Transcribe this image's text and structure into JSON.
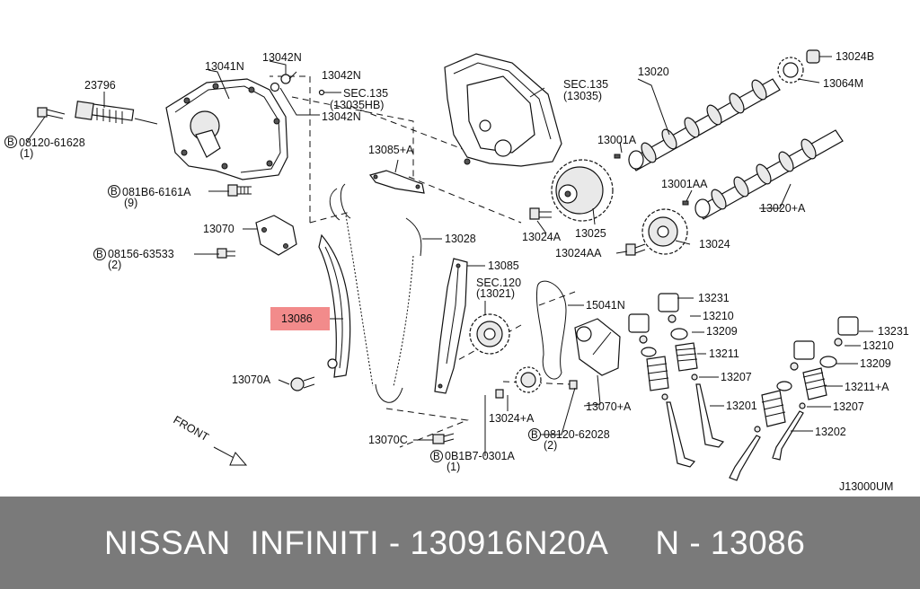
{
  "labels": {
    "l13041N": "13041N",
    "l13042N_a": "13042N",
    "l13042N_b": "13042N",
    "l13042N_c": "13042N",
    "l23796": "23796",
    "lsec135a": "SEC.135",
    "lsec135a_sub": "(13035HB)",
    "lsec135b": "SEC.135",
    "lsec135b_sub": "(13035)",
    "l13020": "13020",
    "l13024B": "13024B",
    "l13064M": "13064M",
    "l08120_61628": "08120-61628",
    "l08120_61628_q": "(1)",
    "l081B6_6161A": "081B6-6161A",
    "l081B6_6161A_q": "(9)",
    "l13085A": "13085+A",
    "l13001A": "13001A",
    "l13001AA": "13001AA",
    "l13020A": "13020+A",
    "l13070": "13070",
    "l13028": "13028",
    "l13025": "13025",
    "l13024A_top": "13024A",
    "l13024": "13024",
    "l08156_63533": "08156-63533",
    "l08156_63533_q": "(2)",
    "l13024AA": "13024AA",
    "l13085": "13085",
    "lsec120": "SEC.120",
    "lsec120_sub": "(13021)",
    "l13231_a": "13231",
    "l15041N": "15041N",
    "l13086": "13086",
    "l13210_a": "13210",
    "l13209_a": "13209",
    "l13231_b": "13231",
    "l13210_b": "13210",
    "l13211": "13211",
    "l13209_b": "13209",
    "l13070A": "13070A",
    "l13207_a": "13207",
    "l13211A": "13211+A",
    "l13201": "13201",
    "l13207_b": "13207",
    "l13024A_bot": "13024+A",
    "l13070A_plus": "13070+A",
    "l13202": "13202",
    "lfront": "FRONT",
    "l13070C": "13070C",
    "l08120_62028": "08120-62028",
    "l08120_62028_q": "(2)",
    "l0B1B7_0301A": "0B1B7-0301A",
    "l0B1B7_0301A_q": "(1)",
    "lref": "J13000UM"
  },
  "bolt_symbol": "B",
  "highlight_color": "#f28b8b",
  "footer": {
    "text": "NISSAN  INFINITI - 130916N20A     N - 13086"
  }
}
